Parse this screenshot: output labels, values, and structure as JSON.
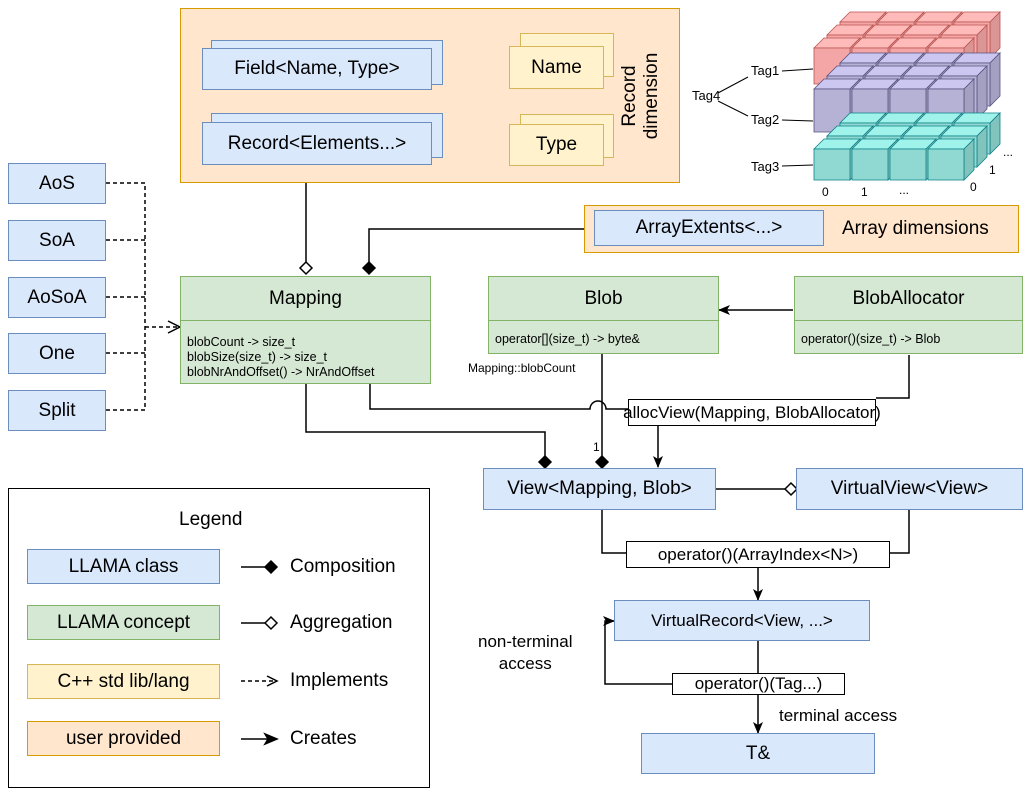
{
  "record_dimension": {
    "title_line1": "Record",
    "title_line2": "dimension",
    "field": "Field<Name, Type>",
    "record": "Record<Elements...>",
    "name": "Name",
    "type": "Type"
  },
  "array_dimensions": {
    "extents": "ArrayExtents<...>",
    "title": "Array dimensions"
  },
  "cube_figure": {
    "tags": [
      "Tag1",
      "Tag2",
      "Tag3",
      "Tag4"
    ],
    "bottom_labels": [
      "0",
      "1",
      "...",
      "0"
    ],
    "side_labels": [
      "1",
      "..."
    ]
  },
  "mappings": [
    "AoS",
    "SoA",
    "AoSoA",
    "One",
    "Split"
  ],
  "mapping": {
    "title": "Mapping",
    "members": [
      "blobCount -> size_t",
      "blobSize(size_t) -> size_t",
      "blobNrAndOffset() -> NrAndOffset"
    ]
  },
  "blob": {
    "title": "Blob",
    "members": [
      "operator[](size_t) -> byte&"
    ]
  },
  "blob_allocator": {
    "title": "BlobAllocator",
    "members": [
      "operator()(size_t) -> Blob"
    ]
  },
  "blob_count_label": "Mapping::blobCount",
  "multiplicity_one": "1",
  "alloc_view": "allocView(Mapping, BlobAllocator)",
  "view": "View<Mapping, Blob>",
  "virtual_view": "VirtualView<View>",
  "operator_array_index": "operator()(ArrayIndex<N>)",
  "virtual_record": "VirtualRecord<View, ...>",
  "operator_tag": "operator()(Tag...)",
  "non_terminal_line1": "non-terminal",
  "non_terminal_line2": "access",
  "terminal_access": "terminal access",
  "t_ref": "T&",
  "legend": {
    "title": "Legend",
    "items": [
      {
        "swatch": "LLAMA class",
        "relation": "Composition"
      },
      {
        "swatch": "LLAMA concept",
        "relation": "Aggregation"
      },
      {
        "swatch": "C++ std lib/lang",
        "relation": "Implements"
      },
      {
        "swatch": "user provided",
        "relation": "Creates"
      }
    ]
  },
  "colors": {
    "class_fill": "#dae8fc",
    "class_border": "#6c8ebf",
    "concept_fill": "#d5e8d4",
    "concept_border": "#82b366",
    "std_fill": "#fff2cc",
    "std_border": "#d6b656",
    "user_fill": "#ffe6cc",
    "user_border": "#d79b00",
    "cube_red": "#f4a6a6",
    "cube_purple": "#b6b2d6",
    "cube_teal": "#8fd9d2"
  }
}
